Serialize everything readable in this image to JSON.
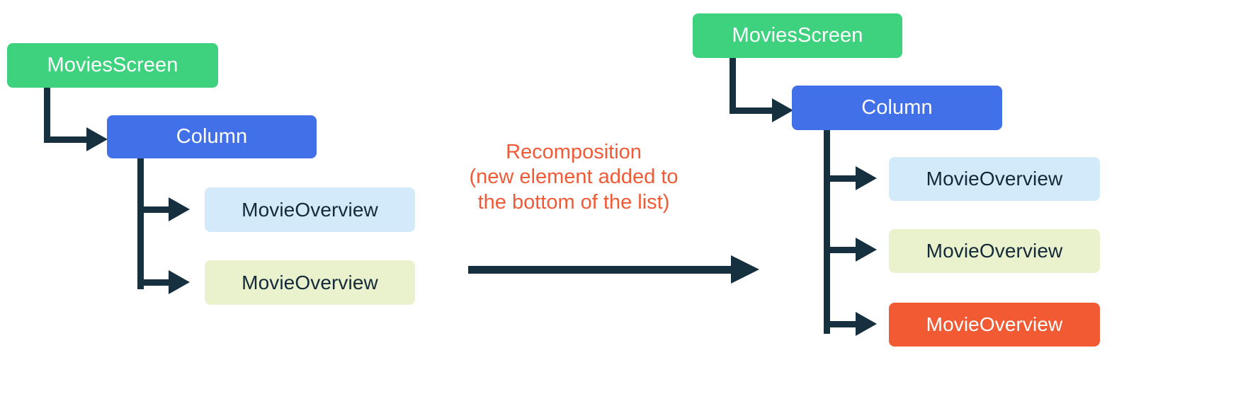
{
  "diagram": {
    "title_text_color": "#f05a37",
    "connector_color": "#16303f",
    "background": "#ffffff",
    "before": {
      "root": {
        "label": "MoviesScreen",
        "color": "#3ed27e",
        "text_color": "#ffffff"
      },
      "container": {
        "label": "Column",
        "color": "#4270e8",
        "text_color": "#ffffff"
      },
      "children": [
        {
          "label": "MovieOverview",
          "color": "#d3eafb",
          "text_color": "#152a38"
        },
        {
          "label": "MovieOverview",
          "color": "#e9f2cd",
          "text_color": "#152a38"
        }
      ]
    },
    "transition": {
      "line1": "Recomposition",
      "line2": "(new element added to",
      "line3": "the bottom of the list)",
      "arrow_direction": "right"
    },
    "after": {
      "root": {
        "label": "MoviesScreen",
        "color": "#3ed27e",
        "text_color": "#ffffff"
      },
      "container": {
        "label": "Column",
        "color": "#4270e8",
        "text_color": "#ffffff"
      },
      "children": [
        {
          "label": "MovieOverview",
          "color": "#d3eafb",
          "text_color": "#152a38"
        },
        {
          "label": "MovieOverview",
          "color": "#e9f2cd",
          "text_color": "#152a38"
        },
        {
          "label": "MovieOverview",
          "color": "#f15a33",
          "text_color": "#ffffff"
        }
      ]
    }
  }
}
